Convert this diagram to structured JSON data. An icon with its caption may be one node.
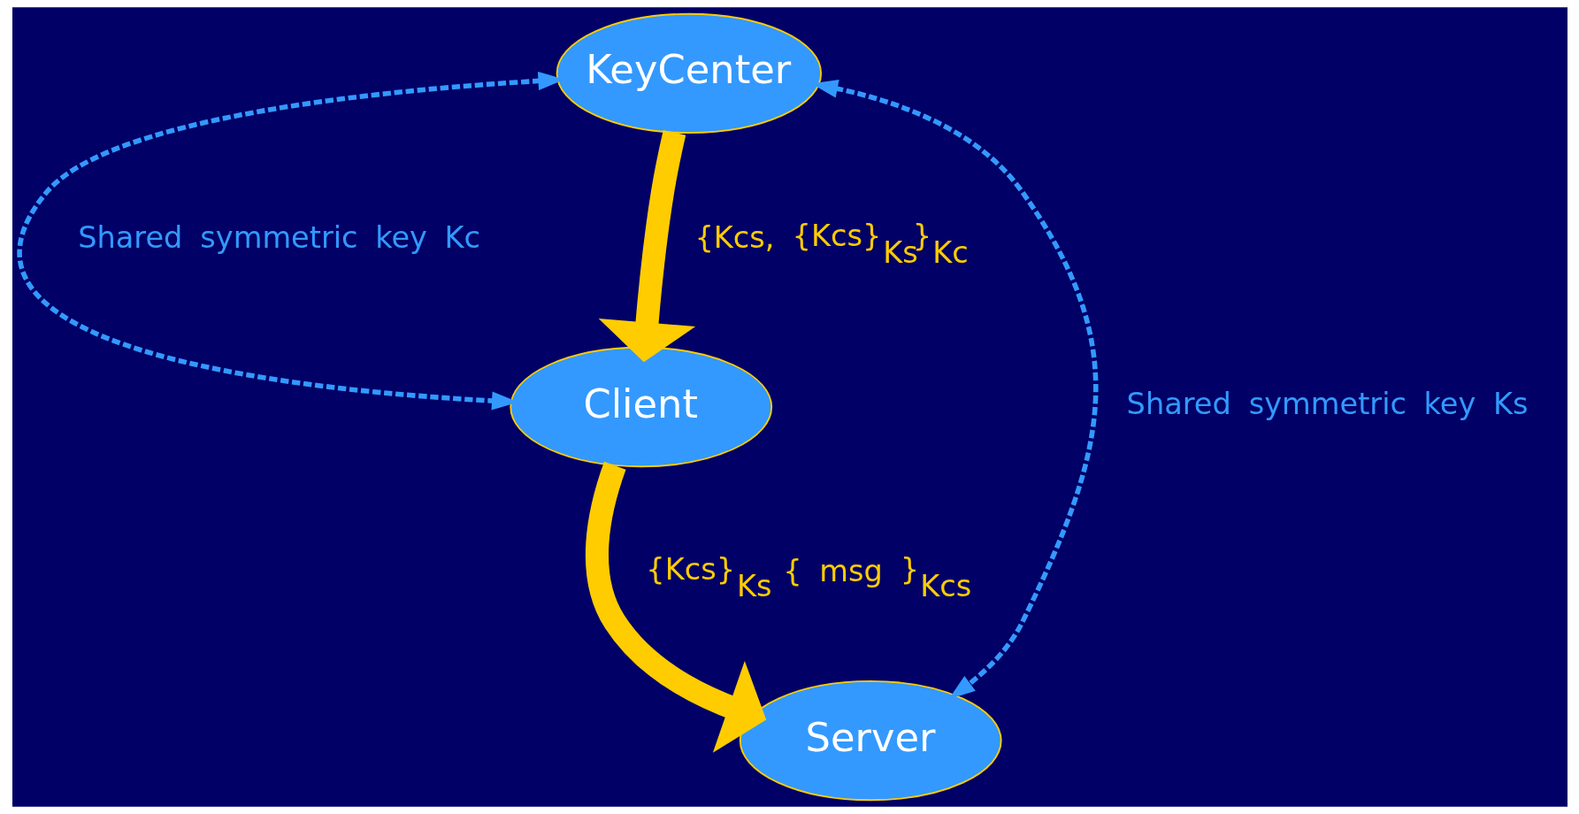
{
  "diagram": {
    "nodes": [
      {
        "text": [
          "KeyCenter"
        ]
      },
      {
        "text": [
          "Client"
        ]
      },
      {
        "text": [
          "Server"
        ]
      }
    ],
    "edges": [
      {
        "from": 0,
        "to": 1,
        "arrow": "both",
        "style": "dashed",
        "color": "#3399ff",
        "label": "Shared symmetric key Kc"
      },
      {
        "from": 0,
        "to": 1,
        "arrow": "to",
        "style": "thick",
        "color": "#ffcc00",
        "label": "{Kcs, {Kcs}$_{Ks}$}$_{Kc}$"
      },
      {
        "from": 1,
        "to": 2,
        "arrow": "to",
        "style": "thick",
        "color": "#ffcc00",
        "label": "{Kcs}$_{Ks}$ { msg }$_{Kcs}$"
      },
      {
        "from": 0,
        "to": 2,
        "arrow": "both",
        "style": "dashed",
        "color": "#3399ff",
        "label": "Shared symmetric key Ks"
      }
    ]
  }
}
